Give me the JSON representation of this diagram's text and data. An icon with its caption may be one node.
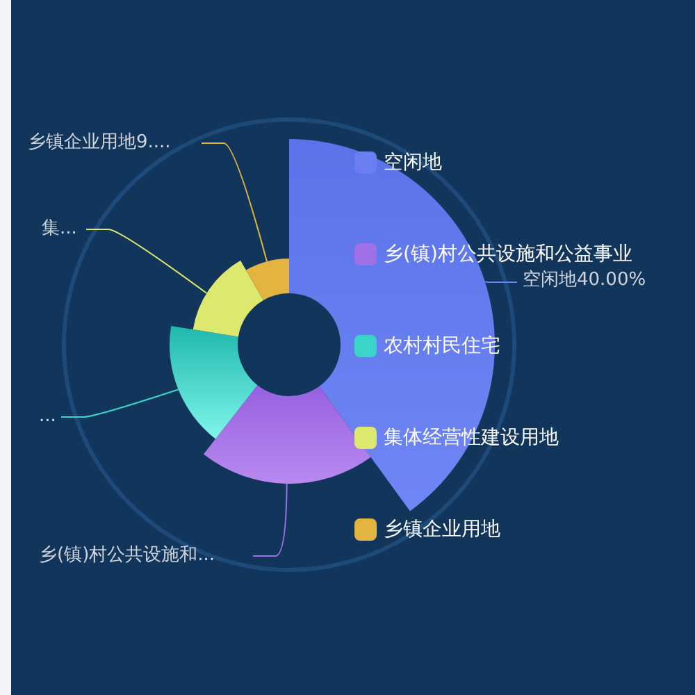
{
  "diagram": {
    "nodes": [
      {
        "text": [
          "乡镇企业用地9...."
        ]
      },
      {
        "text": [
          "集..."
        ]
      },
      {
        "text": [
          "..."
        ]
      },
      {
        "text": [
          "乡(镇)村公共设施和..."
        ]
      },
      {
        "text": [
          "空闲地40.00%"
        ]
      },
      {
        "text": [],
        "shape": "wedge"
      },
      {
        "text": [],
        "shape": "wedge"
      },
      {
        "text": [],
        "shape": "wedge"
      },
      {
        "text": [],
        "shape": "wedge"
      },
      {
        "text": [],
        "shape": "wedge"
      }
    ],
    "edges": [
      {
        "from": 0,
        "to": 9,
        "arrow": "none",
        "color": "#e3b440"
      },
      {
        "from": 1,
        "to": 8,
        "arrow": "none",
        "color": "#dde86e"
      },
      {
        "from": 2,
        "to": 7,
        "arrow": "none",
        "color": "#3ad4c8"
      },
      {
        "from": 3,
        "to": 6,
        "arrow": "none",
        "color": "#a070e6"
      },
      {
        "from": 4,
        "to": 5,
        "arrow": "none",
        "color": "#6a7ef0"
      }
    ],
    "legend": [
      {
        "text": "空闲地",
        "color": "#6a7ef0"
      },
      {
        "text": "乡(镇)村公共设施和公益事业",
        "color": "#a070e6"
      },
      {
        "text": "农村村民住宅",
        "color": "#3ad4c8"
      },
      {
        "text": "集体经营性建设用地",
        "color": "#dde86e"
      },
      {
        "text": "乡镇企业用地",
        "color": "#e3b440"
      }
    ]
  }
}
